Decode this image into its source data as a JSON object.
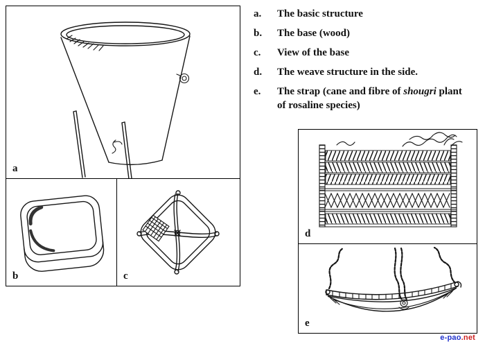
{
  "figure": {
    "panel_labels": {
      "a": "a",
      "b": "b",
      "c": "c",
      "d": "d",
      "e": "e"
    }
  },
  "legend": {
    "items": [
      {
        "key": "a.",
        "text": "The basic structure"
      },
      {
        "key": "b.",
        "text": "The base (wood)"
      },
      {
        "key": "c.",
        "text": "View of the base"
      },
      {
        "key": "d.",
        "text": "The weave structure in the side."
      }
    ],
    "item_e": {
      "key": "e.",
      "prefix": "The strap (cane and fibre of ",
      "italic": "shougri",
      "suffix": " plant of rosaline species)"
    }
  },
  "watermark": {
    "primary": "e-pao",
    "secondary": ".net",
    "primary_color": "#2233cc",
    "secondary_color": "#cc2222"
  },
  "colors": {
    "ink": "#161616",
    "background": "#ffffff",
    "border": "#000000"
  }
}
